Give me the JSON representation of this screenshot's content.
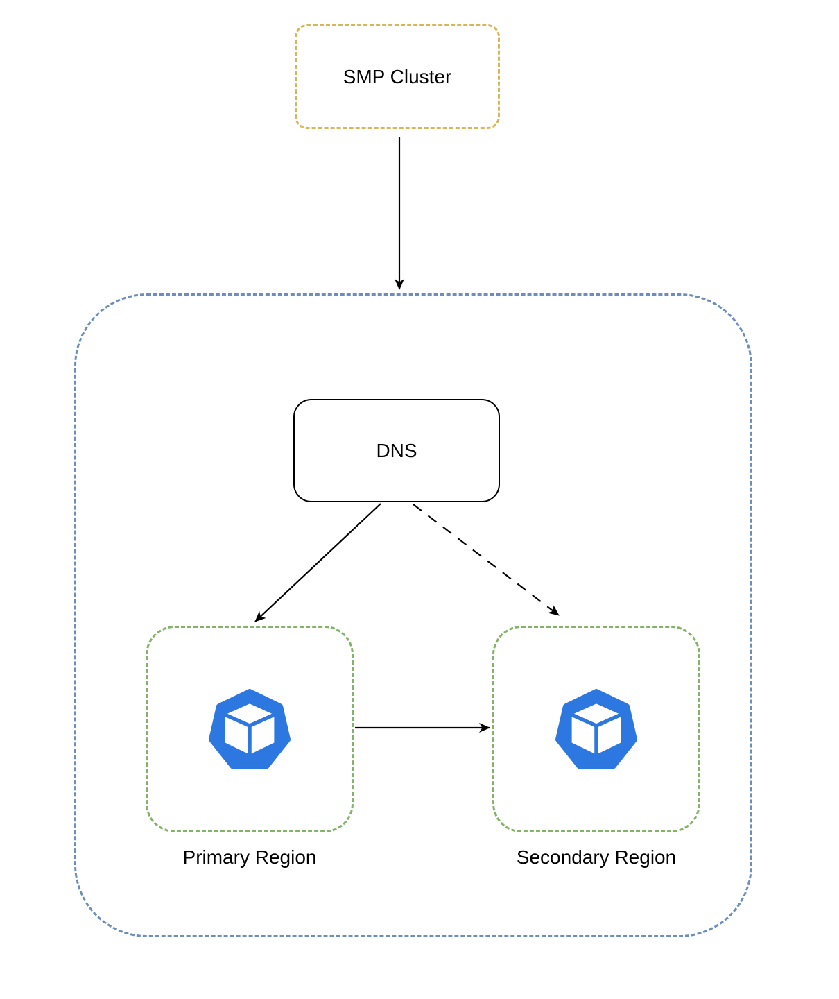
{
  "diagram": {
    "nodes": {
      "smp_cluster": {
        "label": "SMP Cluster",
        "shape": "rounded-rectangle",
        "border_style": "dashed",
        "border_color": "#D6B656"
      },
      "cluster_boundary": {
        "label": "",
        "shape": "rounded-container",
        "border_style": "dashed",
        "border_color": "#6C8EBF"
      },
      "dns": {
        "label": "DNS",
        "shape": "rounded-rectangle",
        "border_style": "solid",
        "border_color": "#000000"
      },
      "primary_region": {
        "label": "Primary Region",
        "shape": "rounded-rectangle",
        "border_style": "dashed",
        "border_color": "#82B366",
        "icon": "node-cube-icon",
        "icon_color": "#2D77E0"
      },
      "secondary_region": {
        "label": "Secondary Region",
        "shape": "rounded-rectangle",
        "border_style": "dashed",
        "border_color": "#82B366",
        "icon": "node-cube-icon",
        "icon_color": "#2D77E0"
      }
    },
    "edges": [
      {
        "from": "smp_cluster",
        "to": "cluster_boundary",
        "style": "solid",
        "arrowhead": "filled"
      },
      {
        "from": "dns",
        "to": "primary_region",
        "style": "solid",
        "arrowhead": "filled"
      },
      {
        "from": "dns",
        "to": "secondary_region",
        "style": "dashed",
        "arrowhead": "filled"
      },
      {
        "from": "primary_region",
        "to": "secondary_region",
        "style": "solid",
        "arrowhead": "filled"
      }
    ],
    "colors": {
      "arrow": "#000000",
      "background": "#ffffff",
      "icon_blue": "#2D77E0",
      "orange_border": "#D6B656",
      "blue_border": "#6C8EBF",
      "green_border": "#82B366"
    }
  }
}
